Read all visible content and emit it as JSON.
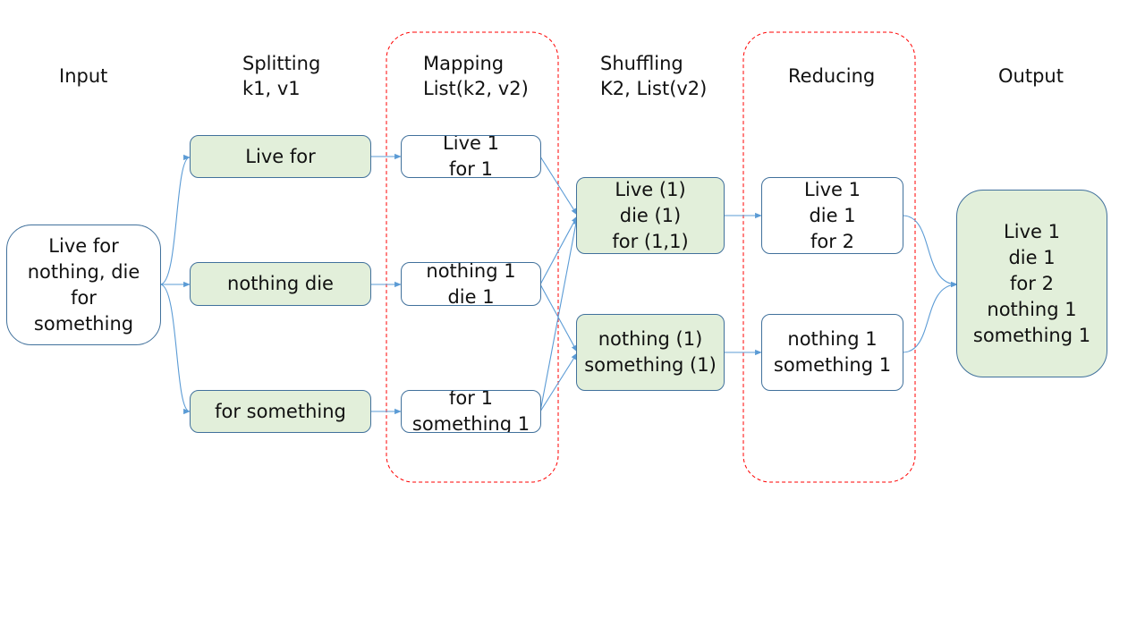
{
  "headers": {
    "input": [
      "Input"
    ],
    "splitting": [
      "Splitting",
      "k1, v1"
    ],
    "mapping": [
      "Mapping",
      "List(k2, v2)"
    ],
    "shuffling": [
      "Shuffling",
      "K2, List(v2)"
    ],
    "reducing": [
      "Reducing"
    ],
    "output": [
      "Output"
    ]
  },
  "input_box": {
    "lines": [
      "Live for",
      "nothing, die",
      "for",
      "something"
    ]
  },
  "splitting": [
    {
      "lines": [
        "Live for"
      ]
    },
    {
      "lines": [
        "nothing die"
      ]
    },
    {
      "lines": [
        "for something"
      ]
    }
  ],
  "mapping": [
    {
      "lines": [
        "Live 1",
        "for 1"
      ]
    },
    {
      "lines": [
        "nothing 1",
        "die 1"
      ]
    },
    {
      "lines": [
        "for 1",
        "something 1"
      ]
    }
  ],
  "shuffling": [
    {
      "lines": [
        "Live (1)",
        "die (1)",
        "for (1,1)"
      ]
    },
    {
      "lines": [
        "nothing (1)",
        "something (1)"
      ]
    }
  ],
  "reducing": [
    {
      "lines": [
        "Live 1",
        "die 1",
        "for 2"
      ]
    },
    {
      "lines": [
        "nothing 1",
        "something 1"
      ]
    }
  ],
  "output_box": {
    "lines": [
      "Live 1",
      "die 1",
      "for 2",
      "nothing 1",
      "something 1"
    ]
  },
  "colors": {
    "box_border": "#41719c",
    "green_fill": "#e2efda",
    "arrow": "#5b9bd5",
    "dashed_frame": "#ff0000"
  }
}
